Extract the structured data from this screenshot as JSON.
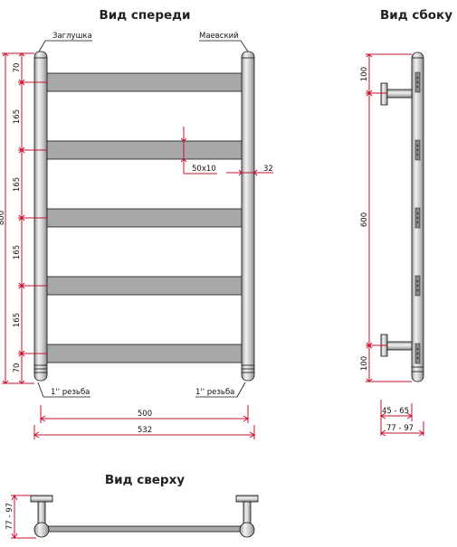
{
  "views": {
    "front_title": "Вид спереди",
    "side_title": "Вид сбоку",
    "top_title": "Вид сверху"
  },
  "labels": {
    "plug": "Заглушка",
    "mayevsky": "Маевский",
    "thread_left": "1'' резьба",
    "thread_right": "1'' резьба"
  },
  "dimensions": {
    "front_vertical": [
      "70",
      "165",
      "165",
      "165",
      "165",
      "70"
    ],
    "overall_height": "800",
    "crossbar_section": "50x10",
    "pipe_diameter": "32",
    "center_distance": "500",
    "overall_width": "532",
    "side_top": "100",
    "side_middle": "600",
    "side_bottom": "100",
    "wall_gap": "45 - 65",
    "wall_depth": "77 - 97",
    "top_depth": "77 - 97"
  },
  "colors": {
    "dimension": "#c8102e",
    "crossbar": "#a8a8a8",
    "pipe": "#cfcfcf",
    "outline": "#111111"
  }
}
